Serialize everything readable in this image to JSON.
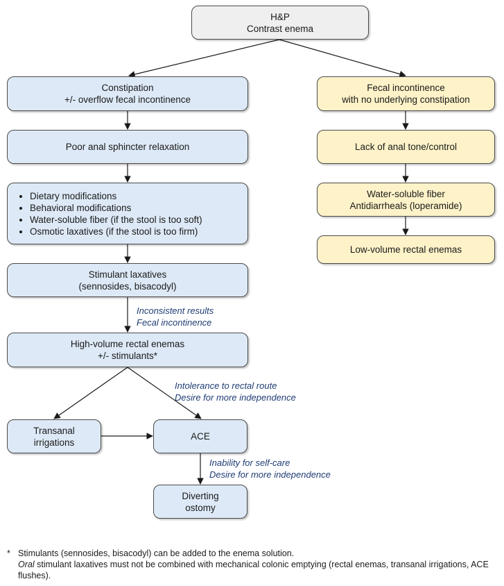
{
  "nodes": {
    "hp": [
      "H&P",
      "Contrast enema"
    ],
    "constipation": [
      "Constipation",
      "+/- overflow fecal incontinence"
    ],
    "poor_relaxation": [
      "Poor anal sphincter relaxation"
    ],
    "measures": [
      "Dietary modifications",
      "Behavioral modifications",
      "Water-soluble fiber (if the stool is too soft)",
      "Osmotic laxatives (if the stool is too firm)"
    ],
    "stimulant": [
      "Stimulant laxatives",
      "(sennosides, bisacodyl)"
    ],
    "enemas": [
      "High-volume rectal enemas",
      "+/- stimulants*"
    ],
    "transanal": [
      "Transanal",
      "irrigations"
    ],
    "ace": [
      "ACE"
    ],
    "ostomy": [
      "Diverting",
      "ostomy"
    ],
    "fecal_incontinence": [
      "Fecal incontinence",
      "with no underlying constipation"
    ],
    "lack_tone": [
      "Lack of anal tone/control"
    ],
    "fiber": [
      "Water-soluble fiber",
      "Antidiarrheals (loperamide)"
    ],
    "low_volume": [
      "Low-volume rectal enemas"
    ]
  },
  "edge_labels": {
    "inconsistent": [
      "Inconsistent results",
      "Fecal incontinence"
    ],
    "intolerance": [
      "Intolerance to rectal route",
      "Desire for more independence"
    ],
    "inability": [
      "Inability for self-care",
      "Desire for more independence"
    ]
  },
  "footnote": {
    "marker": "*",
    "line1": "Stimulants (sennosides, bisacodyl) can be added to the enema solution.",
    "line2_emphasis": "Oral",
    "line2_rest": "stimulant laxatives must not be combined with mechanical colonic emptying (rectal enemas, transanal irrigations, ACE flushes)."
  },
  "colors": {
    "blue_box": "#dde9f6",
    "yellow_box": "#fdf2c8",
    "grey_box": "#efefef",
    "label_text": "#1f3c73"
  }
}
